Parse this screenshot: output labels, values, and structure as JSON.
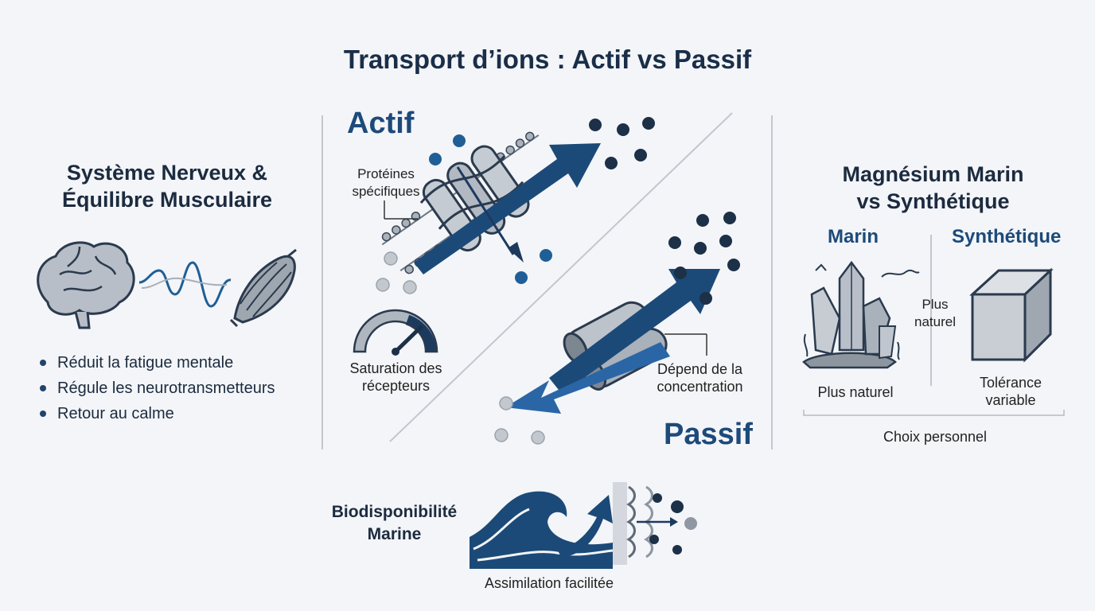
{
  "title": "Transport d’ions : Actif vs Passif",
  "left": {
    "heading_line1": "Système Nerveux &",
    "heading_line2": "Équilibre Musculaire",
    "bullets": [
      "Réduit la fatigue mentale",
      "Régule les neurotransmetteurs",
      "Retour au calme"
    ]
  },
  "center": {
    "actif_label": "Actif",
    "proteins_line1": "Protéines",
    "proteins_line2": "spécifiques",
    "saturation_line1": "Saturation des",
    "saturation_line2": "récepteurs",
    "passif_label": "Passif",
    "concentration_line1": "Dépend de la",
    "concentration_line2": "concentration"
  },
  "right": {
    "heading_line1": "Magnésium Marin",
    "heading_line2": "vs Synthétique",
    "marin_label": "Marin",
    "synth_label": "Synthétique",
    "middle_line1": "Plus",
    "middle_line2": "naturel",
    "marin_caption": "Plus naturel",
    "synth_caption_line1": "Tolérance",
    "synth_caption_line2": "variable",
    "choice": "Choix personnel"
  },
  "bottom": {
    "heading_line1": "Biodisponibilité",
    "heading_line2": "Marine",
    "caption": "Assimilation facilitée"
  },
  "colors": {
    "navy": "#1c3a5e",
    "blue": "#1f5f96",
    "gray": "#9aa3ad",
    "light_gray": "#c8ccd2",
    "background": "#f3f5f8"
  }
}
